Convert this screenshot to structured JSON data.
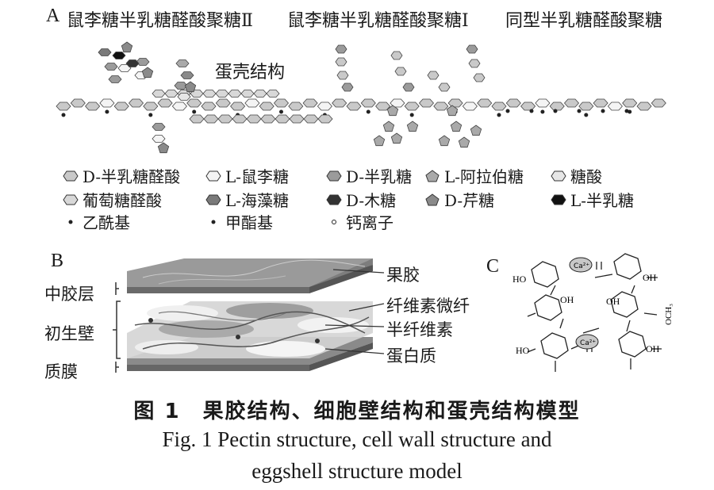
{
  "panel_a": {
    "letter": "A",
    "headers": [
      "鼠李糖半乳糖醛酸聚糖Ⅱ",
      "鼠李糖半乳糖醛酸聚糖Ⅰ",
      "同型半乳糖醛酸聚糖"
    ],
    "eggshell_label": "蛋壳结构",
    "legend": [
      {
        "label": "D-半乳糖醛酸",
        "icon": "hexagon",
        "color": "#c9c9c9"
      },
      {
        "label": "L-鼠李糖",
        "icon": "hexagon",
        "color": "#f4f4f4"
      },
      {
        "label": "D-半乳糖",
        "icon": "hexagon",
        "color": "#9b9b9b"
      },
      {
        "label": "L-阿拉伯糖",
        "icon": "pentagon",
        "color": "#a9a9a9"
      },
      {
        "label": "糖酸",
        "icon": "hexagon",
        "color": "#e6e6e6"
      },
      {
        "label": "葡萄糖醛酸",
        "icon": "hexagon",
        "color": "#d8d8d8"
      },
      {
        "label": "L-海藻糖",
        "icon": "hexagon",
        "color": "#7a7a7a"
      },
      {
        "label": "D-木糖",
        "icon": "hexagon",
        "color": "#333333"
      },
      {
        "label": "D-芹糖",
        "icon": "pentagon",
        "color": "#8a8a8a"
      },
      {
        "label": "L-半乳糖",
        "icon": "hexagon",
        "color": "#111111"
      },
      {
        "label": "乙酰基",
        "icon": "dot",
        "color": "#222222"
      },
      {
        "label": "甲酯基",
        "icon": "dot",
        "color": "#222222"
      },
      {
        "label": "钙离子",
        "icon": "ring",
        "color": "#222222"
      }
    ]
  },
  "panel_b": {
    "letter": "B",
    "left_labels": [
      "中胶层",
      "初生壁",
      "质膜"
    ],
    "right_labels": [
      "果胶",
      "纤维素微纤",
      "半纤维素",
      "蛋白质"
    ]
  },
  "panel_c": {
    "letter": "C",
    "labels": {
      "ho1": "HO",
      "ho2": "HO",
      "oh1": "OH",
      "oh2": "OH",
      "oh3": "OH",
      "oh4": "OH",
      "ca1": "Ca²⁺",
      "ca2": "Ca²⁺",
      "och3": "OCH₃"
    }
  },
  "caption": {
    "cn": "图 1　果胶结构、细胞壁结构和蛋壳结构模型",
    "en_line1": "Fig. 1 Pectin structure, cell wall structure and",
    "en_line2": "eggshell structure model"
  }
}
